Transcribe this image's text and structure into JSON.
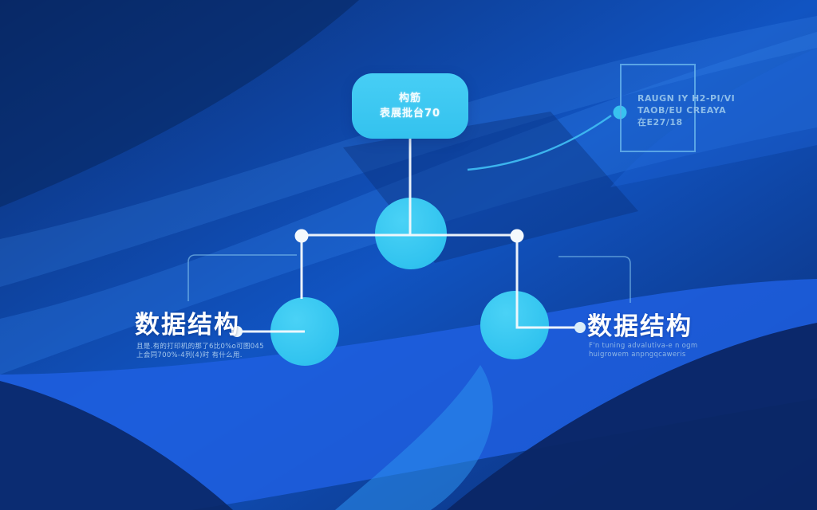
{
  "diagram": {
    "root_node": {
      "line1": "构筋",
      "line2": "表展批台70"
    },
    "annotation_box": {
      "line1": "RAUGN IY H2-PI/VI",
      "line2": "TAOB/EU CREAYA",
      "line3": "在E27/18"
    },
    "left_branch": {
      "title": "数据结构",
      "desc1": "且是.有的打印机的那了6比0%o可图045",
      "desc2": "上会同700%-4列(4)时 有什么用."
    },
    "right_branch": {
      "title": "数据结构",
      "desc1": "F'n tuning advalutiva-e n ogm",
      "desc2": "huigrowem anpngqcaweris"
    }
  },
  "colors": {
    "node_fill": "#38c6f2",
    "connector_line": "#f4f9fd",
    "accent_dot": "#38c2ef",
    "box_stroke": "#60ace9",
    "box_text": "#8dbde9",
    "title_text": "#fdfeff",
    "desc_text": "#a6c8ec",
    "background_base": "#0d3a8c"
  }
}
